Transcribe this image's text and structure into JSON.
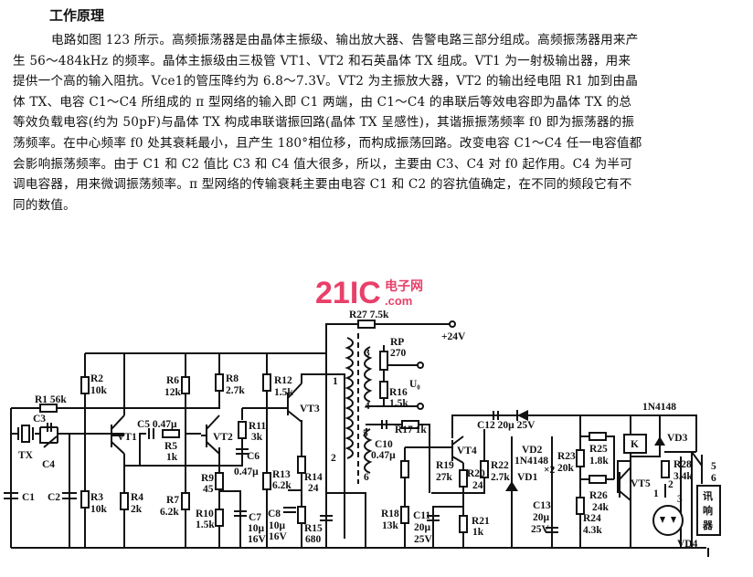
{
  "heading": "工作原理",
  "paragraph": "电路如图 123 所示。高频振荡器是由晶体主振级、输出放大器、告警电路三部分组成。高频振荡器用来产生 56～484kHz 的频率。晶体主振级由三极管 VT1、VT2 和石英晶体 TX 组成。VT1 为一射极输出器，用来提供一个高的输入阻抗。Vce1的管压降约为 6.8～7.3V。VT2 为主振放大器，VT2 的输出经电阻 R1 加到由晶体 TX、电容 C1～C4 所组成的 π 型网络的输入即 C1 两端，由 C1～C4 的串联后等效电容即为晶体 TX 的总等效负载电容(约为 50pF)与晶体 TX 构成串联谐振回路(晶体 TX 呈感性)，其谐振振荡频率 f0 即为振荡器的振荡频率。在中心频率 f0 处其衰耗最小，且产生 180°相位移，而构成振荡回路。改变电容 C1～C4 任一电容值都会影响振荡频率。由于 C1 和 C2 值比 C3 和 C4 值大很多，所以，主要由 C3、C4 对 f0 起作用。C4 为半可调电容器，用来微调振荡频率。π 型网络的传输衰耗主要由电容 C1 和 C2 的容抗值确定，在不同的频段它有不同的数值。",
  "watermark": {
    "text": "21IC",
    "sub": "电子网",
    "sub2": ".com",
    "color": "#e8406a"
  },
  "circuit": {
    "R1": [
      "R1  56k"
    ],
    "C3": [
      "C3"
    ],
    "TX": [
      "TX"
    ],
    "C4": [
      "C4"
    ],
    "C1": [
      "C1"
    ],
    "C2": [
      "C2"
    ],
    "R2": [
      "R2",
      "10k"
    ],
    "R3": [
      "R3",
      "10k"
    ],
    "VT1": [
      "VT1"
    ],
    "C5": [
      "C5  0.47μ"
    ],
    "R5": [
      "R5",
      "1k"
    ],
    "R4": [
      "R4",
      "2k"
    ],
    "R6": [
      "R6",
      "12k"
    ],
    "R7": [
      "R7",
      "6.2k"
    ],
    "R8": [
      "R8",
      "2.7k"
    ],
    "VT2": [
      "VT2"
    ],
    "R11": [
      "R11",
      "3k"
    ],
    "C6": [
      "C6",
      "0.47μ"
    ],
    "R9": [
      "R9",
      "45"
    ],
    "R10": [
      "R10",
      "1.5k"
    ],
    "C7": [
      "C7",
      "10μ",
      "16V"
    ],
    "R12": [
      "R12",
      "1.5k"
    ],
    "R13": [
      "R13",
      "6.2k"
    ],
    "C8": [
      "C8",
      "10μ",
      "16V"
    ],
    "R14": [
      "R14",
      "24"
    ],
    "R15": [
      "R15",
      "680"
    ],
    "VT3": [
      "VT3"
    ],
    "R27": [
      "R27  7.5k"
    ],
    "V24": [
      "+24V"
    ],
    "RP": [
      "RP",
      "270"
    ],
    "Uo": [
      "U₀"
    ],
    "R16": [
      "R16",
      "1.5k"
    ],
    "T": [
      "1",
      "2",
      "3",
      "4",
      "5",
      "6"
    ],
    "C10": [
      "C10",
      "0.47μ"
    ],
    "R17": [
      "R17 1k"
    ],
    "C12": [
      "C12  20μ  25V"
    ],
    "VT4": [
      "VT4"
    ],
    "R19": [
      "R19",
      "27k"
    ],
    "R20": [
      "R20",
      "24"
    ],
    "R22": [
      "R22",
      "2.7k"
    ],
    "VD2": [
      "VD2",
      "1N4148",
      "×2"
    ],
    "VD1": [
      "VD1"
    ],
    "R18": [
      "R18",
      "13k"
    ],
    "C11": [
      "C11",
      "20μ",
      "25V"
    ],
    "R21": [
      "R21",
      "1k"
    ],
    "C13": [
      "C13",
      "20μ",
      "25V"
    ],
    "R23": [
      "R23",
      "20k"
    ],
    "R25": [
      "R25",
      "1.8k"
    ],
    "R26": [
      "R26",
      "24k"
    ],
    "R24": [
      "R24",
      "4.3k"
    ],
    "D3type": [
      "1N4148"
    ],
    "K": [
      "K"
    ],
    "VD3": [
      "VD3"
    ],
    "R28": [
      "R28",
      "3.4k"
    ],
    "VT5": [
      "VT5"
    ],
    "SW": [
      "5",
      "6"
    ],
    "BZ": [
      "讯",
      "响",
      "器"
    ],
    "VD4pins": [
      "1",
      "2",
      "3"
    ],
    "VD4": [
      "VD4"
    ]
  }
}
